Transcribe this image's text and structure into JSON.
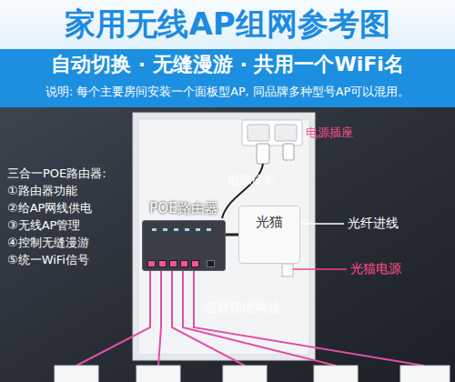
{
  "diagram": {
    "title": "家用无线AP组网参考图",
    "nodes": [
      {
        "text": [
          "POE路由器"
        ]
      },
      {
        "text": [
          "光猫"
        ]
      }
    ],
    "edges": [
      {
        "from": 0,
        "to": 1,
        "arrow": "none"
      }
    ],
    "labels": [
      "自动切换 · 无缝漫游 · 共用一个WiFi名",
      "说明: 每个主要房间安装一个面板型AP, 同品牌多种型号AP可以混用。",
      "三合一POE路由器:",
      "①路由器功能",
      "②给AP网线供电",
      "③无线AP管理",
      "④控制无缝漫游",
      "⑤统一WiFi信号",
      "电源插座",
      "电源插头",
      "光纤进线",
      "光猫电源",
      "墙壁预埋网线"
    ]
  }
}
